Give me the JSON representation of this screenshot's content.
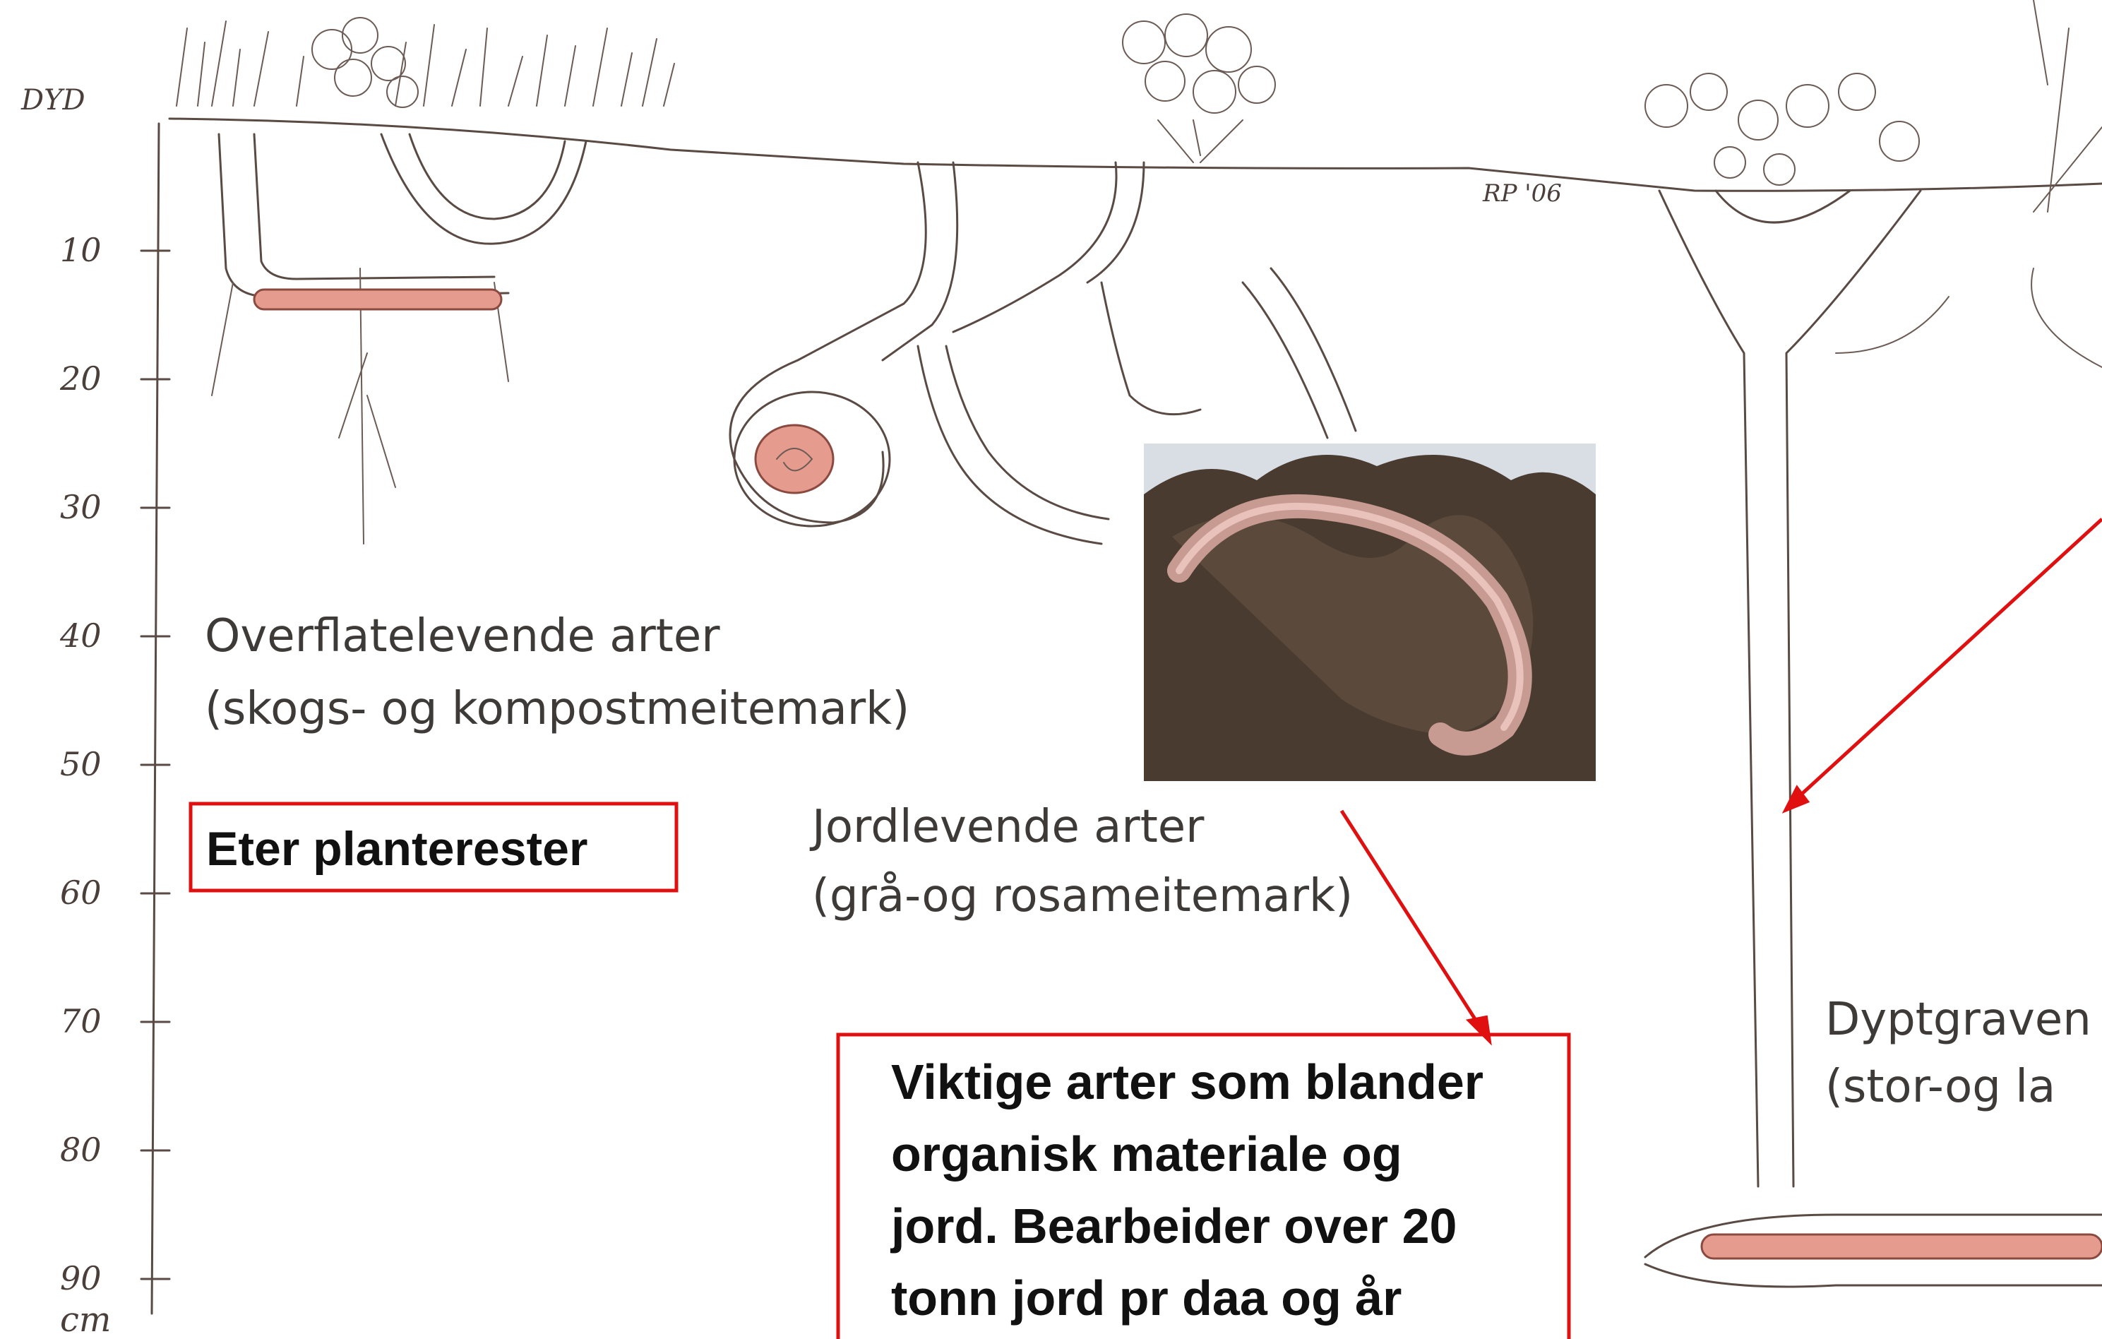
{
  "depth_axis": {
    "header": "DYD",
    "unit": "cm",
    "ticks": [
      "10",
      "20",
      "30",
      "40",
      "50",
      "60",
      "70",
      "80",
      "90"
    ]
  },
  "signature": "RP '06",
  "groups": {
    "surface": {
      "title": "Overflatelevende arter",
      "subtitle": "(skogs- og kompostmeitemark)",
      "note": "Eter planterester"
    },
    "soil": {
      "title": "Jordlevende arter",
      "subtitle": "(grå-og rosameitemark)",
      "note_lines": [
        "Viktige arter som blander",
        "organisk materiale og",
        "jord. Bearbeider over 20",
        "tonn jord pr daa og år"
      ]
    },
    "deep": {
      "title": "Dyptgraven",
      "subtitle": "(stor-og la"
    }
  },
  "colors": {
    "accent": "#e01010",
    "worm": "#e59b8e",
    "soil_photo": "#3b3028"
  }
}
